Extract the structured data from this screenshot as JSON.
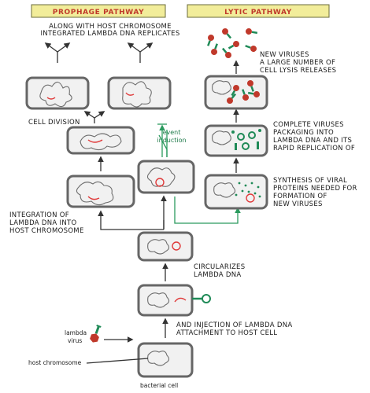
{
  "headers": {
    "prophage": "PROPHAGE PATHWAY",
    "lytic": "LYTIC PATHWAY"
  },
  "labels": {
    "bacterial_cell": "bacterial cell",
    "host_chromosome": "host chromosome",
    "lambda_virus_1": "lambda",
    "lambda_virus_2": "virus",
    "attachment_1": "ATTACHMENT TO HOST CELL",
    "attachment_2": "AND INJECTION OF LAMBDA DNA",
    "circularizes_1": "LAMBDA DNA",
    "circularizes_2": "CIRCULARIZES",
    "integration_1": "INTEGRATION OF",
    "integration_2": "LAMBDA DNA INTO",
    "integration_3": "HOST CHROMOSOME",
    "cell_division": "CELL DIVISION",
    "replicates_1": "INTEGRATED LAMBDA DNA REPLICATES",
    "replicates_2": "ALONG WITH HOST CHROMOSOME",
    "induction_1": "induction",
    "induction_2": "event",
    "synthesis_1": "SYNTHESIS OF VIRAL",
    "synthesis_2": "PROTEINS NEEDED FOR",
    "synthesis_3": "FORMATION OF",
    "synthesis_4": "NEW VIRUSES",
    "rapid_1": "RAPID REPLICATION OF",
    "rapid_2": "LAMBDA DNA AND ITS",
    "rapid_3": "PACKAGING INTO",
    "rapid_4": "COMPLETE VIRUSES",
    "lysis_1": "CELL LYSIS RELEASES",
    "lysis_2": "A LARGE NUMBER OF",
    "lysis_3": "NEW VIRUSES"
  },
  "colors": {
    "header_bg": "#f2ed9a",
    "header_text": "#c0392b",
    "lambda_dna": "#e03a3a",
    "virus_head": "#c0392b",
    "virus_tail": "#1f8a57",
    "induction_arrow": "#2b9a5e",
    "cell_wall": "#666666"
  }
}
